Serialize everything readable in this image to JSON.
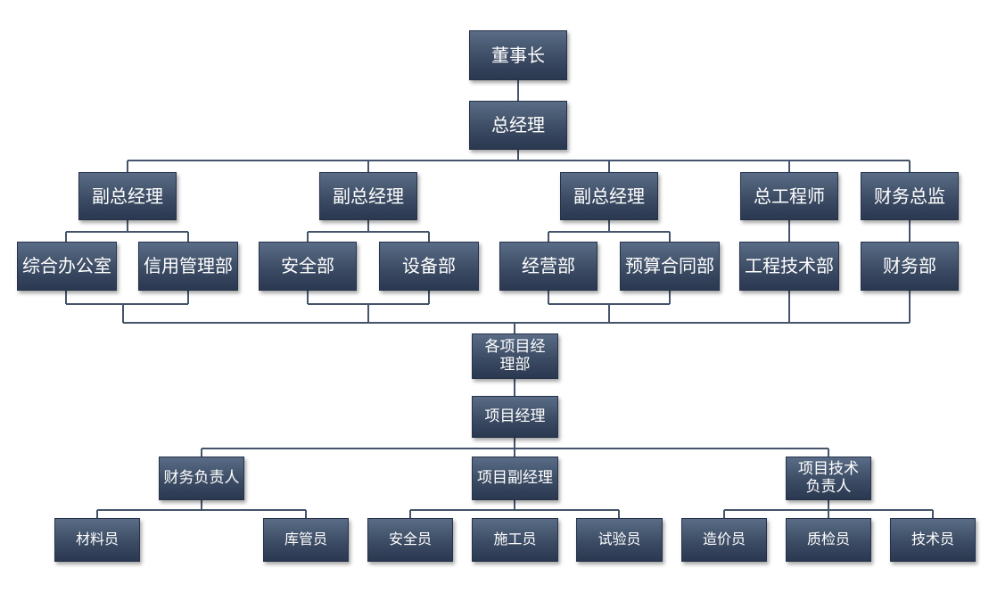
{
  "org": {
    "chairman": "董事长",
    "gm": "总经理",
    "vp1": "副总经理",
    "vp2": "副总经理",
    "vp3": "副总经理",
    "chief_engineer": "总工程师",
    "cfo": "财务总监",
    "office": "综合办公室",
    "credit": "信用管理部",
    "safety_dept": "安全部",
    "equipment_dept": "设备部",
    "business_dept": "经营部",
    "budget_dept": "预算合同部",
    "tech_dept": "工程技术部",
    "finance_dept": "财务部",
    "project_depts": "各项目经理部",
    "pm": "项目经理",
    "finance_lead": "财务负责人",
    "deputy_pm": "项目副经理",
    "tech_lead": "项目技术负责人",
    "material_clerk": "材料员",
    "warehouse_keeper": "库管员",
    "safety_officer": "安全员",
    "construction_worker": "施工员",
    "test_officer": "试验员",
    "cost_officer": "造价员",
    "quality_inspector": "质检员",
    "technician": "技术员"
  },
  "colors": {
    "box_top": "#5a6c86",
    "box_bottom": "#2a3850",
    "connector": "#45546a"
  }
}
